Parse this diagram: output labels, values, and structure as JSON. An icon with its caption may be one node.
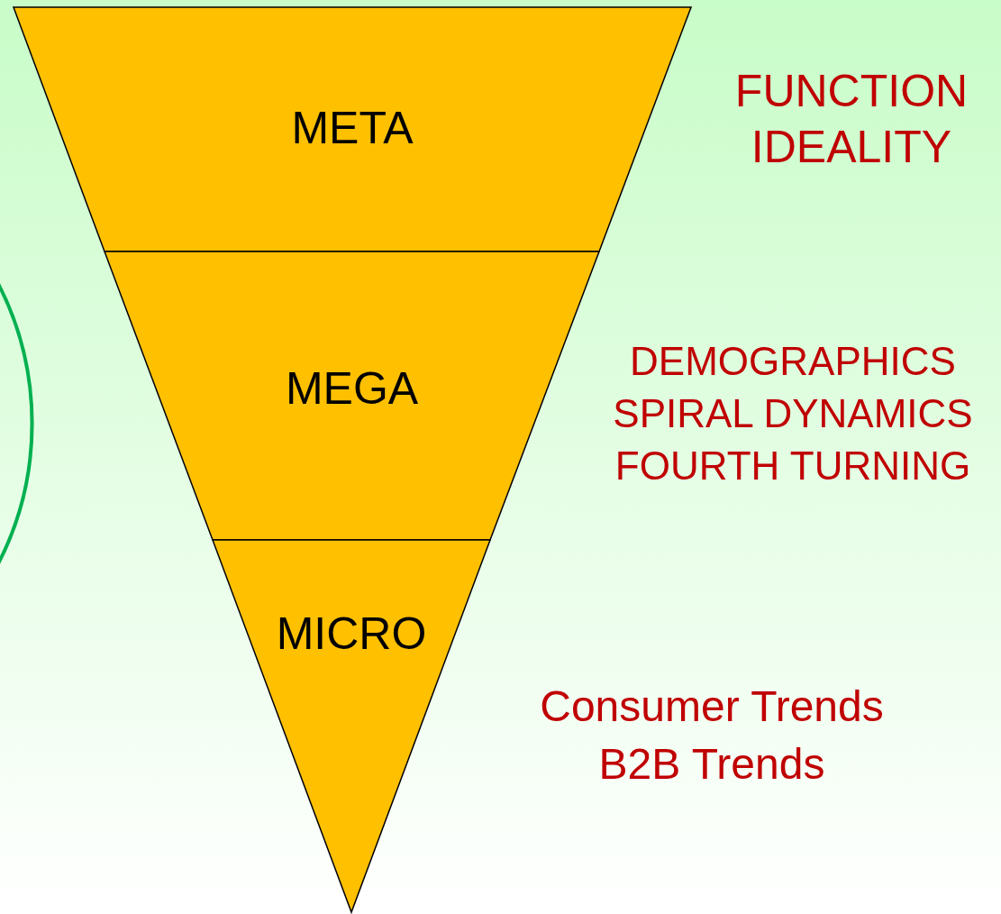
{
  "diagram": {
    "nodes": [
      {
        "text": [
          "META"
        ],
        "beside": [
          "FUNCTION",
          "IDEALITY"
        ]
      },
      {
        "text": [
          "MEGA"
        ],
        "beside": [
          "DEMOGRAPHICS",
          "SPIRAL DYNAMICS",
          "FOURTH TURNING"
        ]
      },
      {
        "text": [
          "MICRO"
        ],
        "beside": [
          "Consumer Trends",
          "B2B Trends"
        ]
      }
    ]
  }
}
